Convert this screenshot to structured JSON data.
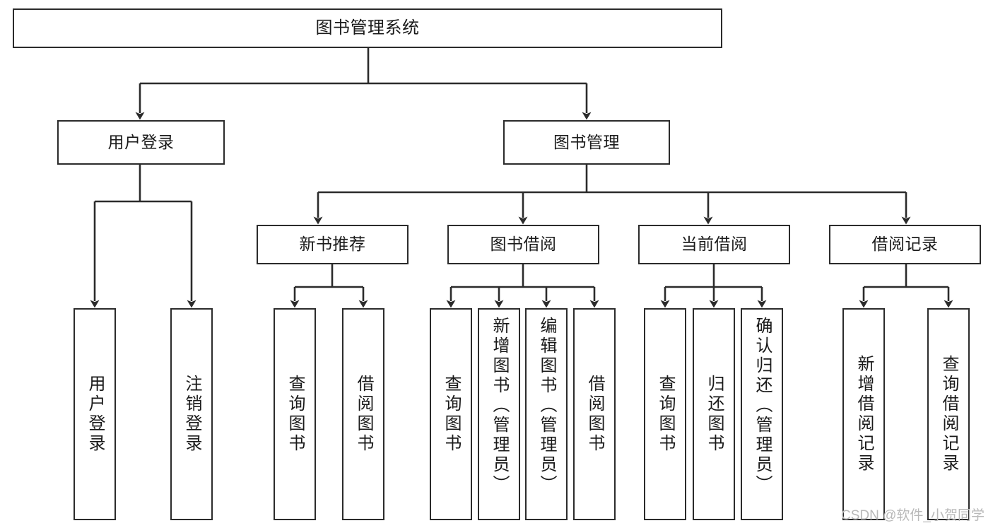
{
  "diagram": {
    "title": "图书管理系统",
    "type": "tree",
    "colors": {
      "box_border": "#2b2b2b",
      "box_fill": "#ffffff",
      "connector": "#2b2b2b",
      "text": "#1a1a1a",
      "watermark": "#b9b9b9",
      "background": "#ffffff"
    },
    "nodes": {
      "root": {
        "label": "图书管理系统"
      },
      "level2": [
        {
          "label": "用户登录"
        },
        {
          "label": "图书管理"
        }
      ],
      "level3": [
        {
          "label": "新书推荐"
        },
        {
          "label": "图书借阅"
        },
        {
          "label": "当前借阅"
        },
        {
          "label": "借阅记录"
        }
      ],
      "leaves": {
        "user_login": [
          {
            "label": "用户登录"
          },
          {
            "label": "注销登录"
          }
        ],
        "new_book_recommend": [
          {
            "label": "查询图书"
          },
          {
            "label": "借阅图书"
          }
        ],
        "book_borrow": [
          {
            "label": "查询图书"
          },
          {
            "label": "新增图书（管理员）"
          },
          {
            "label": "编辑图书（管理员）"
          },
          {
            "label": "借阅图书"
          }
        ],
        "current_borrow": [
          {
            "label": "查询图书"
          },
          {
            "label": "归还图书"
          },
          {
            "label": "确认归还（管理员）"
          }
        ],
        "borrow_record": [
          {
            "label": "新增借阅记录"
          },
          {
            "label": "查询借阅记录"
          }
        ]
      }
    },
    "watermark": "CSDN @软件_小贺同学"
  }
}
